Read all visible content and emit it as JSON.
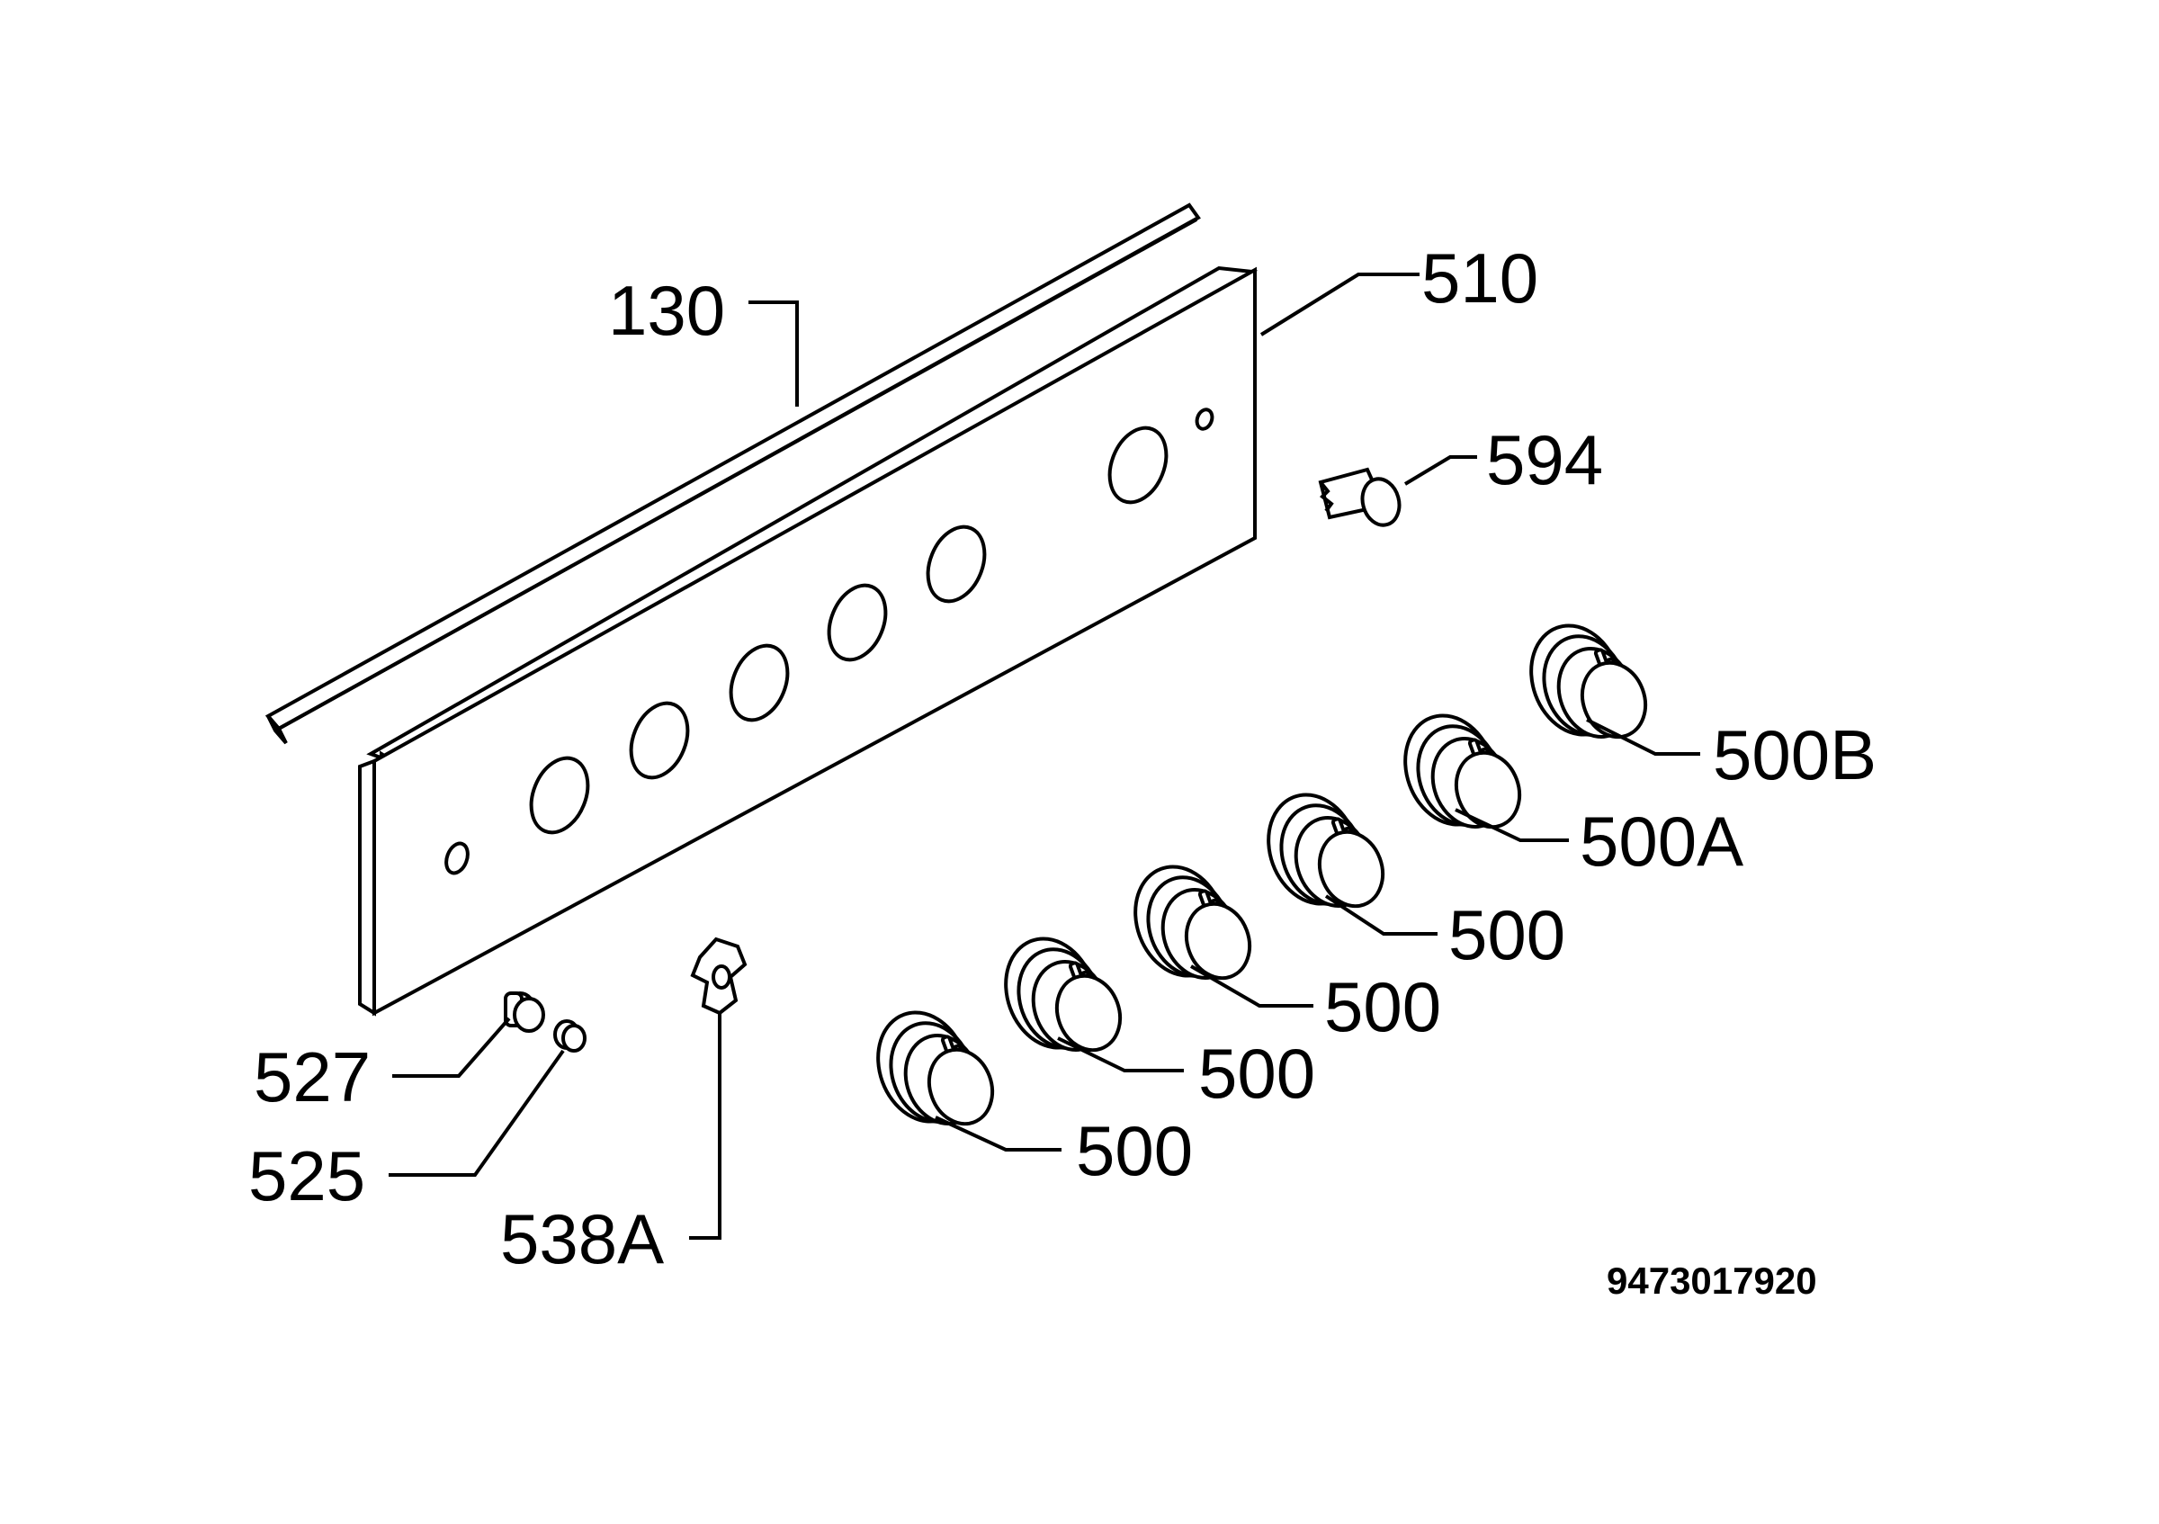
{
  "diagram": {
    "callouts": {
      "p130": "130",
      "p510": "510",
      "p594": "594",
      "p500b": "500B",
      "p500a": "500A",
      "p500_1": "500",
      "p500_2": "500",
      "p500_3": "500",
      "p500_4": "500",
      "p527": "527",
      "p525": "525",
      "p538a": "538A"
    },
    "document_code": "9473017920"
  }
}
